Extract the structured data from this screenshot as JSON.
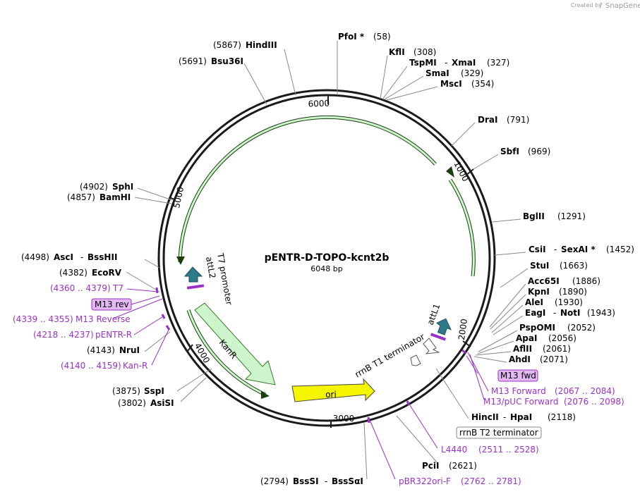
{
  "header": {
    "credit_prefix": "Created by",
    "credit_brand": "SnapGene"
  },
  "plasmid": {
    "name": "pENTR-D-TOPO-kcnt2b",
    "length_label": "6048 bp"
  },
  "ticks": [
    "1000",
    "2000",
    "3000",
    "4000",
    "5000",
    "6000"
  ],
  "features": {
    "attL2": "attL2",
    "t7_promoter": "T7 promoter",
    "kanr": "KanR",
    "ori": "ori",
    "rrnb_t1": "rrnB T1 terminator",
    "attL1": "attL1"
  },
  "sites": [
    {
      "name": "PfoI *",
      "pos": "(58)"
    },
    {
      "name": "KflI",
      "pos": "(308)"
    },
    {
      "name": "TspMI",
      "sep": "-",
      "name2": "XmaI",
      "pos": "(327)"
    },
    {
      "name": "SmaI",
      "pos": "(329)"
    },
    {
      "name": "MscI",
      "pos": "(354)"
    },
    {
      "name": "DraI",
      "pos": "(791)"
    },
    {
      "name": "SbfI",
      "pos": "(969)"
    },
    {
      "name": "BglII",
      "pos": "(1291)"
    },
    {
      "name": "CsiI",
      "sep": "-",
      "name2": "SexAI *",
      "pos": "(1452)"
    },
    {
      "name": "StuI",
      "pos": "(1663)"
    },
    {
      "name": "Acc65I",
      "pos": "(1886)"
    },
    {
      "name": "KpnI",
      "pos": "(1890)"
    },
    {
      "name": "AleI",
      "pos": "(1930)"
    },
    {
      "name": "EagI",
      "sep": "-",
      "name2": "NotI",
      "pos": "(1943)"
    },
    {
      "name": "PspOMI",
      "pos": "(2052)"
    },
    {
      "name": "ApaI",
      "pos": "(2056)"
    },
    {
      "name": "AflII",
      "pos": "(2061)"
    },
    {
      "name": "AhdI",
      "pos": "(2071)"
    },
    {
      "name": "HincII",
      "sep": "-",
      "name2": "HpaI",
      "pos": "(2118)"
    },
    {
      "name": "PciI",
      "pos": "(2621)"
    },
    {
      "name": "BssSI",
      "sep": "-",
      "name2": "BssSαI",
      "pos": "(2794)"
    },
    {
      "name": "SspI",
      "pos": "(3875)"
    },
    {
      "name": "AsiSI",
      "pos": "(3802)"
    },
    {
      "name": "NruI",
      "pos": "(4143)"
    },
    {
      "name": "EcoRV",
      "pos": "(4382)"
    },
    {
      "name": "AscI",
      "sep": "-",
      "name2": "BssHII",
      "pos": "(4498)"
    },
    {
      "name": "BamHI",
      "pos": "(4857)"
    },
    {
      "name": "SphI",
      "pos": "(4902)"
    },
    {
      "name": "Bsu36I",
      "pos": "(5691)"
    },
    {
      "name": "HindIII",
      "pos": "(5867)"
    }
  ],
  "primers": {
    "m13_fwd_box": "M13 fwd",
    "m13_forward": {
      "name": "M13 Forward",
      "range": "(2067 .. 2084)"
    },
    "m13_puc": {
      "name": "M13/pUC Forward",
      "range": "(2076 .. 2098)"
    },
    "rrnb_t2_box": "rrnB T2 terminator",
    "l4440": {
      "name": "L4440",
      "range": "(2511 .. 2528)"
    },
    "pbr322": {
      "name": "pBR322ori-F",
      "range": "(2762 .. 2781)"
    },
    "kan_r": {
      "name": "Kan-R",
      "range": "(4140 .. 4159)"
    },
    "pentr_r": {
      "name": "pENTR-R",
      "range": "(4218 .. 4237)"
    },
    "m13_reverse": {
      "name": "M13 Reverse",
      "range": "(4339 .. 4355)"
    },
    "m13_rev_box": "M13 rev",
    "t7": {
      "name": "T7",
      "range": "(4360 .. 4379)"
    }
  },
  "colors": {
    "backbone": "#1a1a1a",
    "kanr_fill": "#ccf5cc",
    "ori_fill": "#f5f500",
    "arrow_green": "#4da62a",
    "primer_purple": "#9b30c8",
    "primer_box_fill": "#e3b8f5",
    "attl_fill": "#2f7a8a"
  }
}
